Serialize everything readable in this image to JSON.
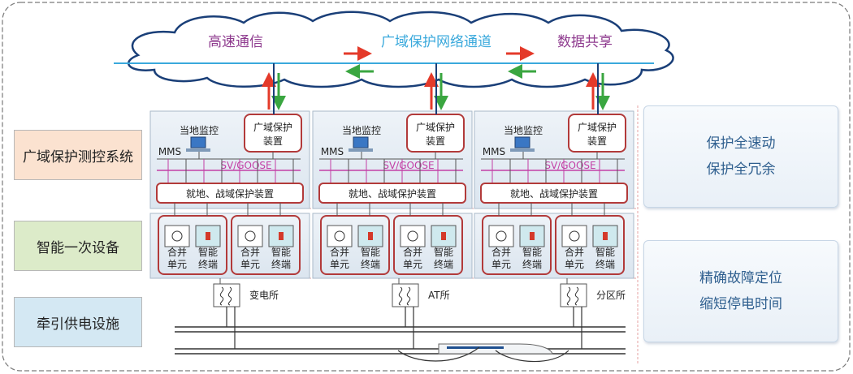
{
  "cloud": {
    "left": "高速通信",
    "center": "广域保护网络通道",
    "right": "数据共享"
  },
  "layers": {
    "control": "广域保护测控系统",
    "primary": "智能一次设备",
    "traction": "牵引供电设施"
  },
  "substation": {
    "local_monitor": "当地监控",
    "wide_protect_line1": "广域保护",
    "wide_protect_line2": "装置",
    "mms": "MMS",
    "bus": "SV/GOOSE",
    "local_area": "就地、战域保护装置",
    "merge_line1": "合并",
    "merge_line2": "单元",
    "smart_line1": "智能",
    "smart_line2": "终端"
  },
  "sites": [
    "变电所",
    "AT所",
    "分区所"
  ],
  "benefits": {
    "top_line1": "保护全速动",
    "top_line2": "保护全冗余",
    "bottom_line1": "精确故障定位",
    "bottom_line2": "缩短停电时间"
  },
  "colors": {
    "cloud_outline": "#1a3f78",
    "network_line": "#3aa9dc",
    "device_border": "#b23a3a",
    "bus_purple": "#c33fa6",
    "arrow_red": "#e43a2a",
    "arrow_green": "#3aa640",
    "label_control_bg": "#fbe2d0",
    "label_primary_bg": "#dcebc9",
    "label_traction_bg": "#d4e8f3"
  }
}
